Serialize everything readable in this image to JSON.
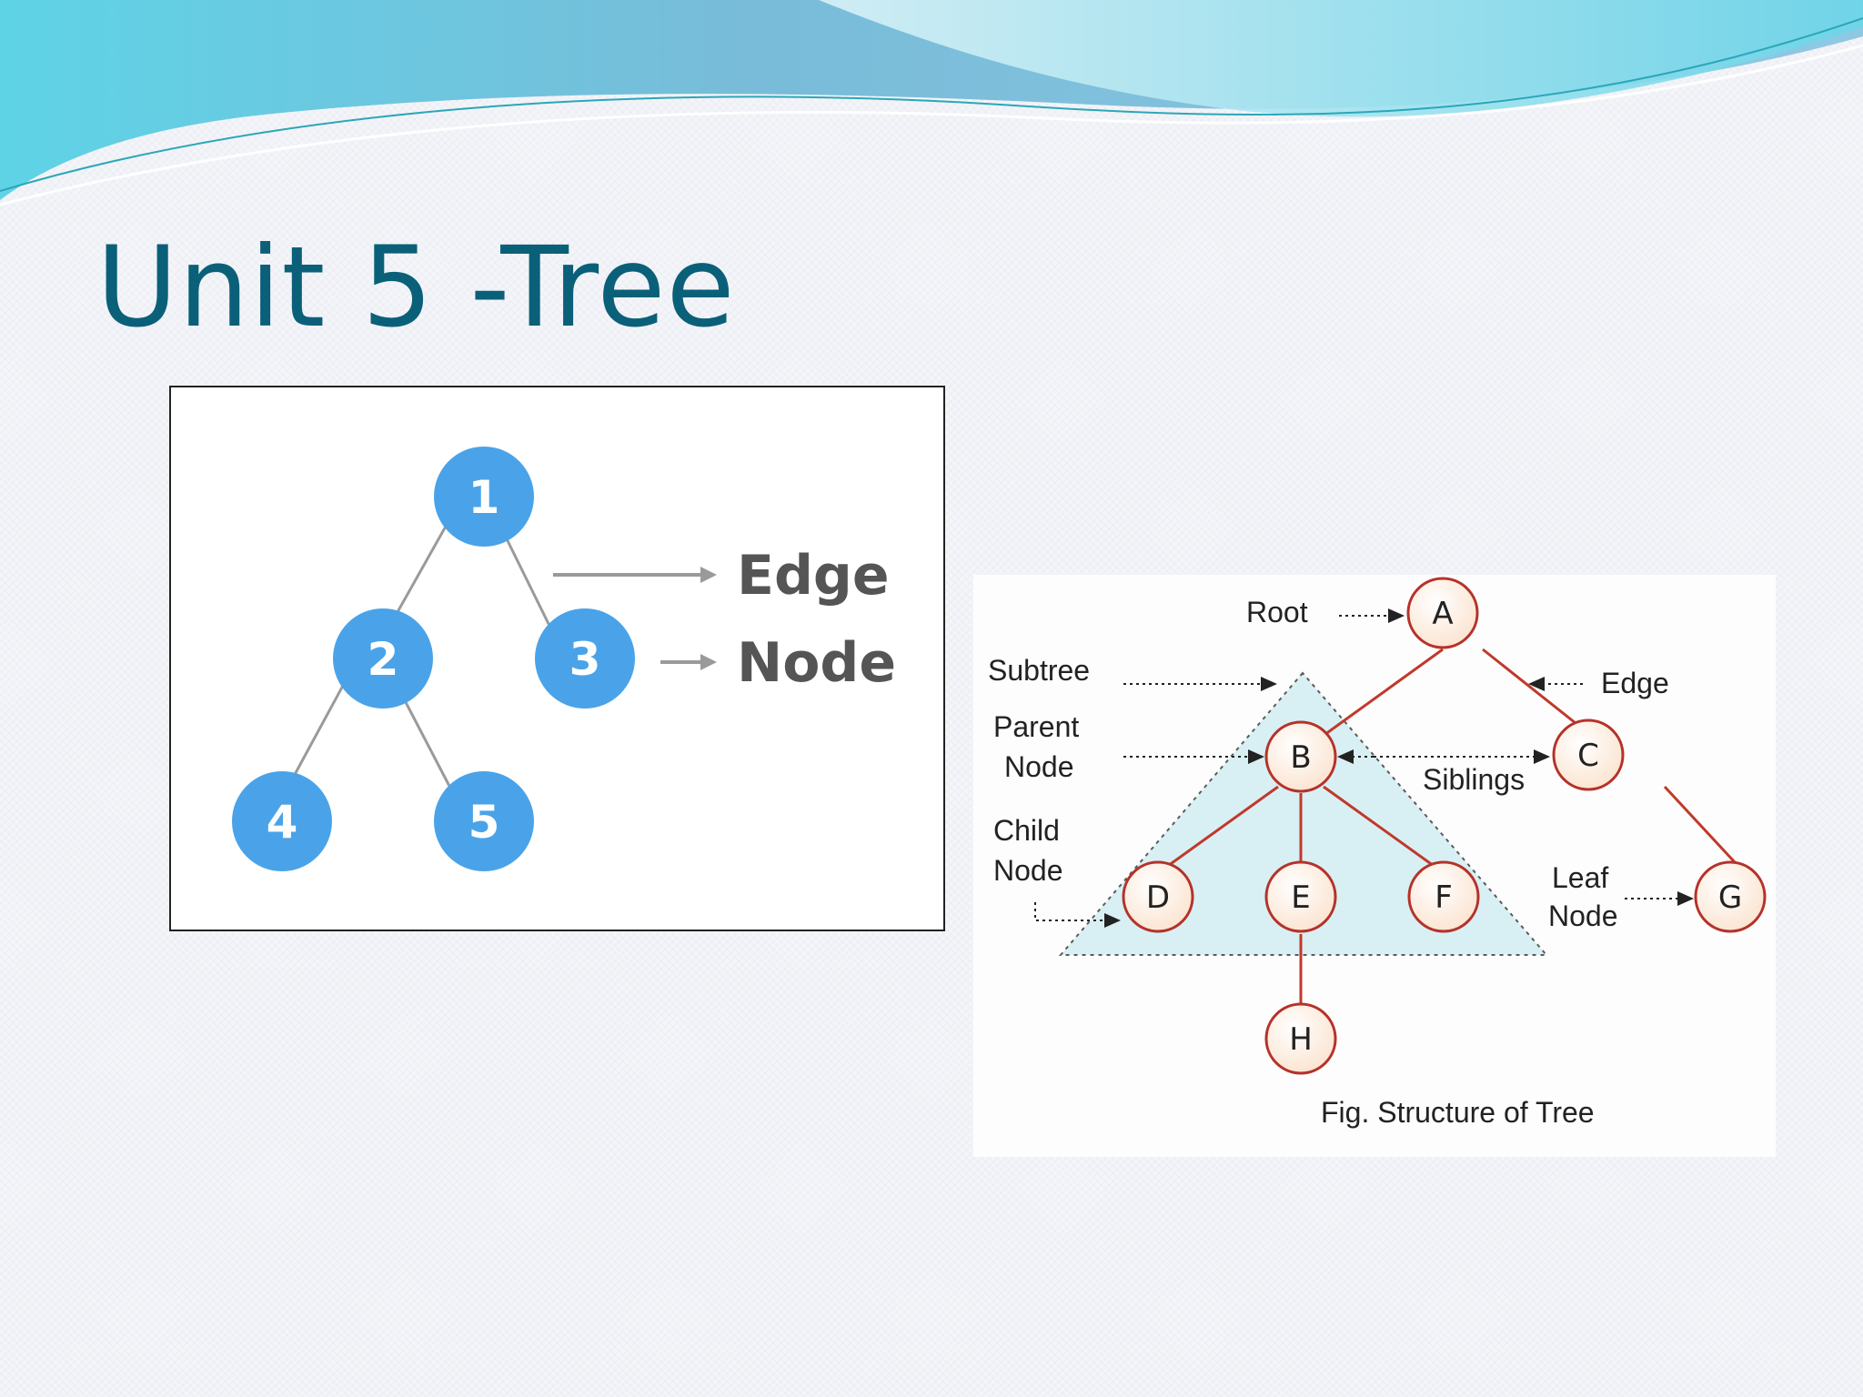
{
  "slide": {
    "title": "Unit 5 -Tree"
  },
  "figure_simple_tree": {
    "nodes": [
      "1",
      "2",
      "3",
      "4",
      "5"
    ],
    "edges": [
      [
        "1",
        "2"
      ],
      [
        "1",
        "3"
      ],
      [
        "2",
        "4"
      ],
      [
        "2",
        "5"
      ]
    ],
    "labels": {
      "edge": "Edge",
      "node": "Node"
    },
    "node_color": "#4aa3e8",
    "edge_color": "#9a9a9a",
    "label_color": "#555555"
  },
  "figure_tree_structure": {
    "nodes": [
      "A",
      "B",
      "C",
      "D",
      "E",
      "F",
      "G",
      "H"
    ],
    "edges": [
      [
        "A",
        "B"
      ],
      [
        "A",
        "C"
      ],
      [
        "B",
        "D"
      ],
      [
        "B",
        "E"
      ],
      [
        "B",
        "F"
      ],
      [
        "C",
        "G"
      ],
      [
        "E",
        "H"
      ]
    ],
    "labels": {
      "root": "Root",
      "edge": "Edge",
      "subtree": "Subtree",
      "parent_line1": "Parent",
      "parent_line2": "Node",
      "siblings": "Siblings",
      "child_line1": "Child",
      "child_line2": "Node",
      "leaf_line1": "Leaf",
      "leaf_line2": "Node"
    },
    "caption": "Fig. Structure of Tree",
    "node_fill": "#fff3e6",
    "node_stroke": "#b5322a",
    "edge_color": "#c0392b",
    "subtree_fill": "#cfeef3"
  }
}
